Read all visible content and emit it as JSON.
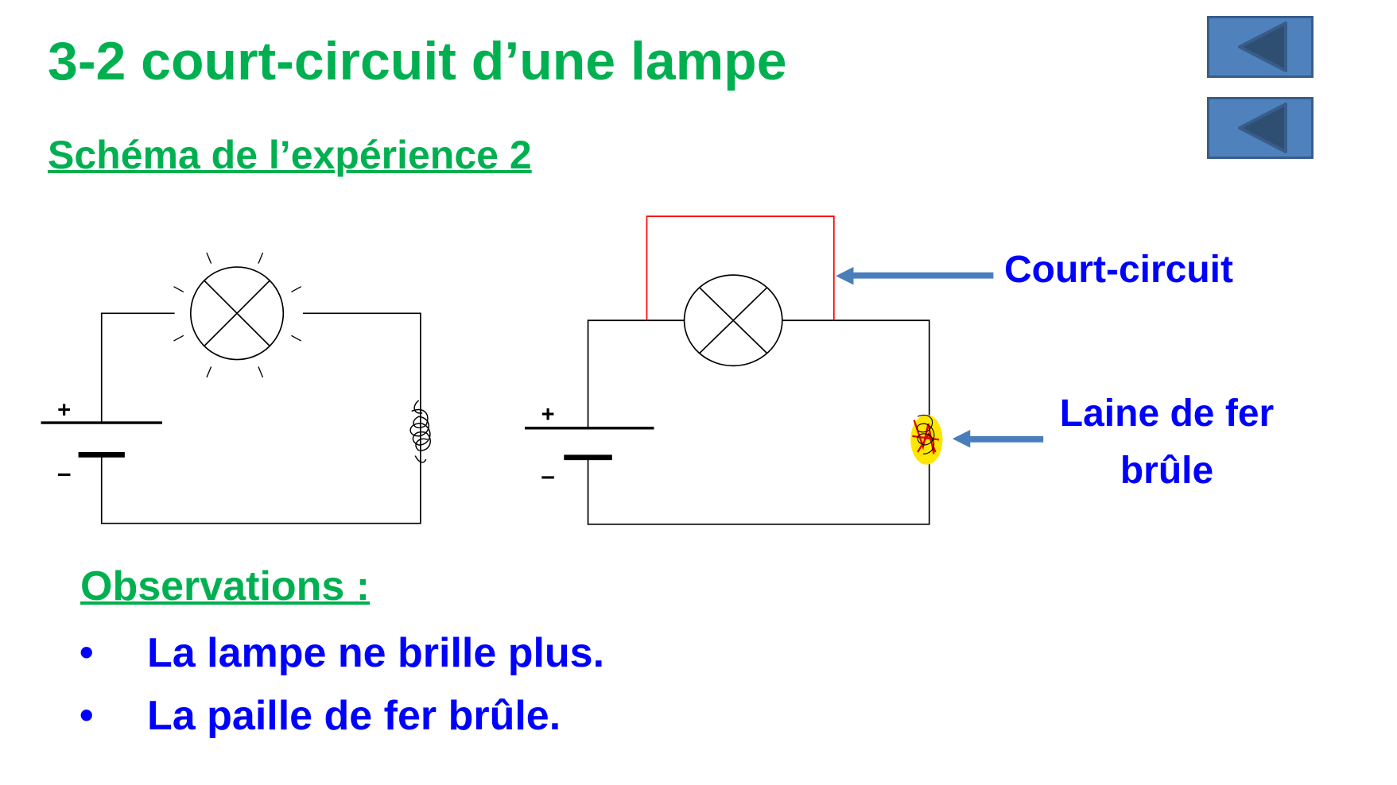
{
  "title": "3-2 court-circuit d’une lampe",
  "subtitle": "Schéma de l’expérience 2",
  "nav_buttons": [
    {
      "icon": "triangle-left-icon"
    },
    {
      "icon": "triangle-left-icon"
    }
  ],
  "diagram": {
    "left_circuit": {
      "plus": "+",
      "minus": "–"
    },
    "right_circuit": {
      "plus": "+",
      "minus": "–"
    },
    "label_short_circuit": "Court-circuit",
    "label_wool": "Laine de fer brûle"
  },
  "observations": {
    "heading": "Observations :",
    "bullet": "•",
    "items": [
      "La lampe ne brille plus.",
      "La paille de fer brûle."
    ]
  },
  "colors": {
    "green": "#00b050",
    "blue": "#0000ff",
    "button": "#4f81bd",
    "short_wire": "#ff0000",
    "arrow": "#4a7ebb"
  }
}
